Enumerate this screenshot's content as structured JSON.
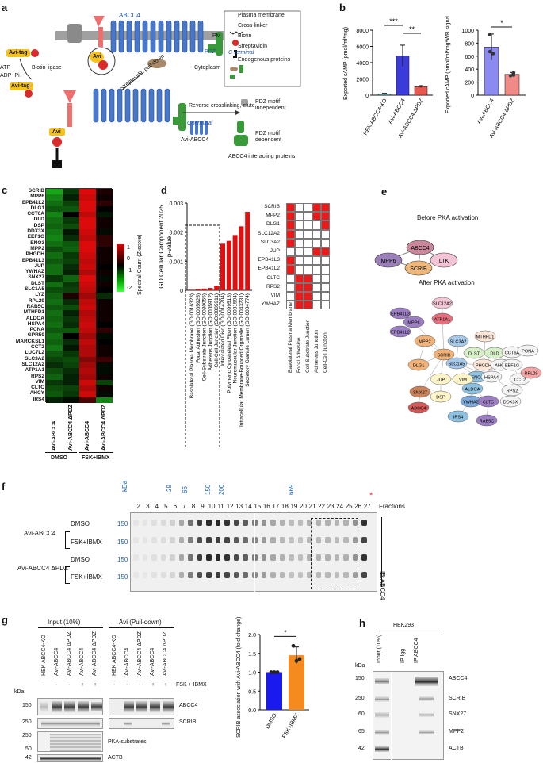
{
  "panels": {
    "a": "a",
    "b": "b",
    "c": "c",
    "d": "d",
    "e": "e",
    "f": "f",
    "g": "g",
    "h": "h"
  },
  "panel_a": {
    "abcc4_label": "ABCC4",
    "pm_label": "PM",
    "cytoplasm": "Cytoplasm",
    "pdz_label": "PDZ",
    "c_terminal_1": "C-terminal",
    "c_terminal_2": "C-terminal",
    "avi_tag_1": "Avi-tag",
    "avi_tag_2": "Avi-tag",
    "avi": "Avi",
    "avi2": "Avi",
    "b_letter": "B",
    "atp": "ATP",
    "adp": "ADP+Pi+",
    "biotin_ligase": "Biotin ligase",
    "strep_pulldown": "Streptavidin pull-down",
    "reverse": "Reverse crosslinking, elute",
    "avi_abcc4": "Avi-ABCC4",
    "pdz_indep": "PDZ motif independent",
    "pdz_dep": "PDZ motif dependent",
    "interacting": "ABCC4 interacting proteins",
    "legend": [
      {
        "key": "PM",
        "text": "Plasma membrane"
      },
      {
        "key": "",
        "text": "Cross-linker"
      },
      {
        "key": "",
        "text": "Biotin"
      },
      {
        "key": "",
        "text": "Streptavidin"
      },
      {
        "key": "",
        "text": "Endogenous proteins"
      }
    ]
  },
  "panel_b": {
    "ylabel_left": "Exported cAMP (pmol/ml*mg)",
    "ylabel_right": "Exported cAMP (pmol/ml*mg*WB signal)",
    "sig_left": [
      "***",
      "**"
    ],
    "sig_right": "*"
  },
  "panel_c": {
    "legend_title": "Spectral Count (Z-score)",
    "legend_ticks": [
      "1",
      "0",
      "-1",
      "-2"
    ],
    "columns": [
      "Avi-ABCC4",
      "Avi-ABCC4 ΔPDZ",
      "Avi-ABCC4",
      "Avi-ABCC4 ΔPDZ"
    ],
    "groups": [
      "DMSO",
      "FSK+IBMX"
    ],
    "rows": [
      "SCRIB",
      "MPP6",
      "EPB41L2",
      "DLG1",
      "CCT6A",
      "DLD",
      "DSP",
      "DDX3X",
      "EEF1G",
      "ENO3",
      "MPP2",
      "PHGDH",
      "EPB41L3",
      "JUP",
      "YWHAZ",
      "SNX27",
      "DLST",
      "SLC1A5",
      "LYZ",
      "RPL29",
      "RAB5C",
      "MTHFD1",
      "ALDOA",
      "HSPA4",
      "PCNA",
      "GPR50",
      "MARCKSL1",
      "CCT2",
      "LUC7L2",
      "SLC3A2",
      "SLC12A2",
      "ATP1A1",
      "RPS2",
      "VIM",
      "CLTC",
      "AHCY",
      "IRS4"
    ]
  },
  "panel_d": {
    "title": "GO Cellular Component 2025",
    "ylabel": "p-value",
    "yticks": [
      "0",
      "0.001",
      "0.002",
      "0.003"
    ],
    "heat_rows": [
      "SCRIB",
      "MPP2",
      "DLG1",
      "SLC12A2",
      "SLC3A2",
      "JUP",
      "EPB41L3",
      "EPB41L2",
      "CLTC",
      "RPS2",
      "VIM",
      "YWHAZ"
    ],
    "heat_cols": [
      "Basolateral Plasma Membrane",
      "Focal Adhesion",
      "Cell-Substrate Junction",
      "Adherens Junction",
      "Cell-Cell Junction"
    ]
  },
  "panel_e": {
    "before": "Before PKA activation",
    "after": "After PKA activation",
    "before_nodes": [
      {
        "label": "ABCC4",
        "color": "#c9879c"
      },
      {
        "label": "MPP6",
        "color": "#9b7fb8"
      },
      {
        "label": "LTK",
        "color": "#f2c4d6"
      },
      {
        "label": "SCRIB",
        "color": "#efb87a"
      }
    ],
    "after_nodes": [
      {
        "label": "SLC12A2",
        "color": "#f4c6d6"
      },
      {
        "label": "ATP1A1",
        "color": "#e76f7d"
      },
      {
        "label": "EPB41L3",
        "color": "#9c7fc2"
      },
      {
        "label": "MPP6",
        "color": "#9c7fc2"
      },
      {
        "label": "EPB41L2",
        "color": "#9c7fc2"
      },
      {
        "label": "MTHFD1",
        "color": "#fde7d8"
      },
      {
        "label": "SLC3A2",
        "color": "#a7c9ea"
      },
      {
        "label": "MPP2",
        "color": "#f0b278"
      },
      {
        "label": "DLST",
        "color": "#d8f0c8"
      },
      {
        "label": "DLD",
        "color": "#d8f0c8"
      },
      {
        "label": "CCT6A",
        "color": "#f4f4f4"
      },
      {
        "label": "PONA",
        "color": "#f4f4f4"
      },
      {
        "label": "SCRIB",
        "color": "#f0b278"
      },
      {
        "label": "SLC1A5",
        "color": "#a7c9ea"
      },
      {
        "label": "PHGDH",
        "color": "#fde7d8"
      },
      {
        "label": "AHCY",
        "color": "#f4f4f4"
      },
      {
        "label": "EEF1G",
        "color": "#f4f4f4"
      },
      {
        "label": "DLG1",
        "color": "#f0b278"
      },
      {
        "label": "ENO3",
        "color": "#8fc2e0"
      },
      {
        "label": "CCT2",
        "color": "#f4f4f4"
      },
      {
        "label": "RPL29",
        "color": "#f4a6a6"
      },
      {
        "label": "JUP",
        "color": "#fff3c8"
      },
      {
        "label": "VIM",
        "color": "#fff3c8"
      },
      {
        "label": "ALDOA",
        "color": "#8fc2e0"
      },
      {
        "label": "HSPA4",
        "color": "#f4f4f4"
      },
      {
        "label": "RPS2",
        "color": "#f4f4f4"
      },
      {
        "label": "SNX27",
        "color": "#c9825a"
      },
      {
        "label": "YWHAZ",
        "color": "#7ea9d9"
      },
      {
        "label": "CLTC",
        "color": "#9c7fc2"
      },
      {
        "label": "DDX3X",
        "color": "#f4f4f4"
      },
      {
        "label": "DSP",
        "color": "#fff3c8"
      },
      {
        "label": "ABCC4",
        "color": "#d15a5a"
      },
      {
        "label": "IRS4",
        "color": "#8fc2e0"
      },
      {
        "label": "RAB5C",
        "color": "#9c7fc2"
      }
    ]
  },
  "panel_f": {
    "kda": "kDa",
    "markers": [
      "29",
      "66",
      "150",
      "200",
      "669"
    ],
    "fractions": [
      "2",
      "3",
      "4",
      "5",
      "6",
      "7",
      "8",
      "9",
      "10",
      "11",
      "12",
      "13",
      "14",
      "15",
      "16",
      "17",
      "18",
      "19",
      "20",
      "21",
      "22",
      "23",
      "24",
      "25",
      "26",
      "27"
    ],
    "fractions_label": "Fractions",
    "star": "*",
    "conditions": [
      "DMSO",
      "FSK+IBMX",
      "DMSO",
      "FSK+IBMX"
    ],
    "groups": [
      "Avi-ABCC4",
      "Avi-ABCC4 ΔPDZ"
    ],
    "mw": "150",
    "ib": "IB:ABCC4"
  },
  "panel_g": {
    "input_header": "Input (10%)",
    "avi_header": "Avi (Pull-down)",
    "lanes": [
      "HEK ABCC4-KO",
      "Avi-ABCC4",
      "Avi-ABCC4 ΔPDZ",
      "Avi-ABCC4",
      "Avi-ABCC4 ΔPDZ"
    ],
    "fsk": "FSK + IBMX",
    "fsk_marks": [
      "-",
      "-",
      "-",
      "+",
      "+"
    ],
    "kda": "kDa",
    "mw": [
      "150",
      "250",
      "250",
      "50",
      "42"
    ],
    "bands": [
      "ABCC4",
      "SCRIB",
      "PKA-substrates",
      "ACTB"
    ],
    "chart_ylabel": "SCRIB association with Avi-ABCC4 (fold change)",
    "chart_sig": "*",
    "chart_yticks": [
      "0.0",
      "0.5",
      "1.0",
      "1.5",
      "2.0"
    ]
  },
  "panel_h": {
    "title": "HEK293",
    "lanes": [
      "Input (10%)",
      "IP Igg",
      "IP ABCC4"
    ],
    "kda": "kDa",
    "mw": [
      "150",
      "250",
      "60",
      "65",
      "42"
    ],
    "bands": [
      "ABCC4",
      "SCRIB",
      "SNX27",
      "MPP2",
      "ACTB"
    ]
  },
  "chart_data": [
    {
      "type": "bar",
      "id": "b_left",
      "categories": [
        "HEK ABCC4-KO",
        "Avi-ABCC4",
        "Avi-ABCC4 ΔPDZ"
      ],
      "values": [
        150,
        4850,
        1050
      ],
      "errors": [
        80,
        1300,
        120
      ],
      "colors": [
        "#5bb5b5",
        "#3b3bdc",
        "#e8584f"
      ],
      "ylim": [
        0,
        8000
      ],
      "yticks": [
        "0",
        "2000",
        "4000",
        "6000",
        "8000"
      ]
    },
    {
      "type": "bar",
      "id": "b_right",
      "categories": [
        "Avi-ABCC4",
        "Avi-ABCC4 ΔPDZ"
      ],
      "values": [
        740,
        320
      ],
      "errors": [
        200,
        30
      ],
      "colors": [
        "#8a8af0",
        "#f08a86"
      ],
      "ylim": [
        0,
        1000
      ],
      "yticks": [
        "0",
        "200",
        "400",
        "600",
        "800",
        "1000"
      ]
    },
    {
      "type": "bar",
      "id": "d_bars",
      "categories": [
        "Basolateral Plasma Membrane (GO:0016323)",
        "Focal Adhesion (GO:0005925)",
        "Cell-Substrate Junction (GO:0030055)",
        "Adherens Junction (GO:0005912)",
        "Cell-Cell Junction (GO:0005911)",
        "Intercalated Disc (GO:0014704)",
        "Polymeric Cytoskeletal Fiber (GO:0099513)",
        "Neuromuscular Junction (GO:0031594)",
        "Intracellular Membrane-Bounded Organelle (GO:0043231)",
        "Secretory Granule Lumen (GO:0034774)"
      ],
      "values": [
        2e-05,
        4e-05,
        6e-05,
        8e-05,
        0.00016,
        0.0016,
        0.0017,
        0.0019,
        0.0022,
        0.0027
      ],
      "ylim": [
        0,
        0.003
      ]
    },
    {
      "type": "bar",
      "id": "g_bars",
      "categories": [
        "DMSO",
        "FSK+IBMX"
      ],
      "values": [
        1.0,
        1.45
      ],
      "errors": [
        0.0,
        0.22
      ],
      "colors": [
        "#1a1aee",
        "#f58a1f"
      ],
      "ylim": [
        0,
        2.0
      ]
    },
    {
      "type": "heatmap",
      "id": "c_heatmap",
      "rows": [
        "SCRIB",
        "MPP6",
        "EPB41L2",
        "DLG1",
        "CCT6A",
        "DLD",
        "DSP",
        "DDX3X",
        "EEF1G",
        "ENO3",
        "MPP2",
        "PHGDH",
        "EPB41L3",
        "JUP",
        "YWHAZ",
        "SNX27",
        "DLST",
        "SLC1A5",
        "LYZ",
        "RPL29",
        "RAB5C",
        "MTHFD1",
        "ALDOA",
        "HSPA4",
        "PCNA",
        "GPR50",
        "MARCKSL1",
        "CCT2",
        "LUC7L2",
        "SLC3A2",
        "SLC12A2",
        "ATP1A1",
        "RPS2",
        "VIM",
        "CLTC",
        "AHCY",
        "IRS4"
      ],
      "columns": [
        "DMSO Avi-ABCC4",
        "DMSO Avi-ABCC4 ΔPDZ",
        "FSK+IBMX Avi-ABCC4",
        "FSK+IBMX Avi-ABCC4 ΔPDZ"
      ],
      "values": [
        [
          -1.5,
          -0.5,
          1.5,
          0.2
        ],
        [
          -1.2,
          -0.3,
          1.4,
          0.1
        ],
        [
          -1,
          -0.6,
          1.5,
          0.3
        ],
        [
          -0.8,
          -0.8,
          1.6,
          0
        ],
        [
          -1.2,
          0,
          1.3,
          -0.2
        ],
        [
          -1,
          -0.5,
          1.5,
          0.1
        ],
        [
          -0.9,
          -0.7,
          1.5,
          0.1
        ],
        [
          -1.1,
          -0.2,
          1.4,
          -0.1
        ],
        [
          -1.2,
          -0.4,
          1.3,
          0.3
        ],
        [
          -1,
          -0.8,
          1.5,
          0.3
        ],
        [
          -0.7,
          -0.9,
          1.5,
          0.1
        ],
        [
          -1,
          -0.5,
          1.4,
          0.1
        ],
        [
          -0.8,
          -0.6,
          1.3,
          0.1
        ],
        [
          -1,
          -0.4,
          1.4,
          0
        ],
        [
          -1,
          -0.3,
          1.2,
          0.1
        ],
        [
          -0.5,
          -0.9,
          1.5,
          -0.1
        ],
        [
          -1,
          -0.5,
          1.4,
          0.1
        ],
        [
          -0.7,
          -0.6,
          1.3,
          0
        ],
        [
          -0.9,
          0.2,
          1.1,
          -0.4
        ],
        [
          -1,
          -0.4,
          1.3,
          0.1
        ],
        [
          -0.8,
          -0.7,
          1.4,
          0.1
        ],
        [
          -1,
          -0.3,
          1.2,
          0.1
        ],
        [
          -0.9,
          -0.5,
          1.3,
          0.1
        ],
        [
          -1,
          -0.4,
          1.4,
          0
        ],
        [
          -0.8,
          -0.8,
          1.3,
          0.3
        ],
        [
          -1,
          0,
          1.1,
          -0.1
        ],
        [
          -0.9,
          -0.4,
          1.3,
          0
        ],
        [
          -1.1,
          -0.2,
          1.2,
          0.1
        ],
        [
          -0.8,
          -0.5,
          1.2,
          0.1
        ],
        [
          -0.6,
          -0.7,
          0.9,
          0.4
        ],
        [
          -0.4,
          -0.6,
          1.1,
          -0.1
        ],
        [
          -0.7,
          -0.4,
          1.2,
          -0.1
        ],
        [
          -0.9,
          -0.3,
          1.1,
          0.1
        ],
        [
          -0.5,
          -0.3,
          1.4,
          -0.6
        ],
        [
          -0.7,
          -0.6,
          1.2,
          0.1
        ],
        [
          -0.8,
          -0.5,
          1.4,
          -0.1
        ],
        [
          -0.3,
          -0.1,
          0.5,
          -1.2
        ]
      ]
    }
  ]
}
